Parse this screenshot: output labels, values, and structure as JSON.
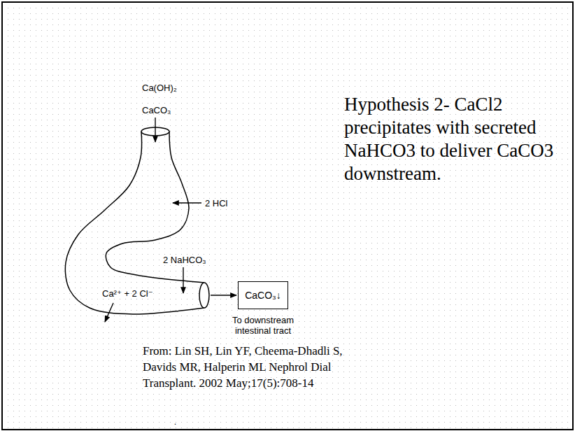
{
  "diagram": {
    "nodes": [
      {
        "text": [
          "CaCO₃↓",
          "To downstream intestinal tract"
        ]
      }
    ],
    "labels": [
      "Ca(OH)₂",
      "CaCO₃",
      "2 HCl",
      "2 NaHCO₃",
      "Ca²⁺ + 2 Cl⁻",
      "Hypothesis 2- CaCl2 precipitates with secreted NaHCO3 to deliver CaCO3 downstream.",
      "From: Lin SH, Lin YF, Cheema-Dhadli S, Davids MR, Halperin ML Nephrol Dial Transplant. 2002 May;17(5):708-14",
      "."
    ]
  }
}
